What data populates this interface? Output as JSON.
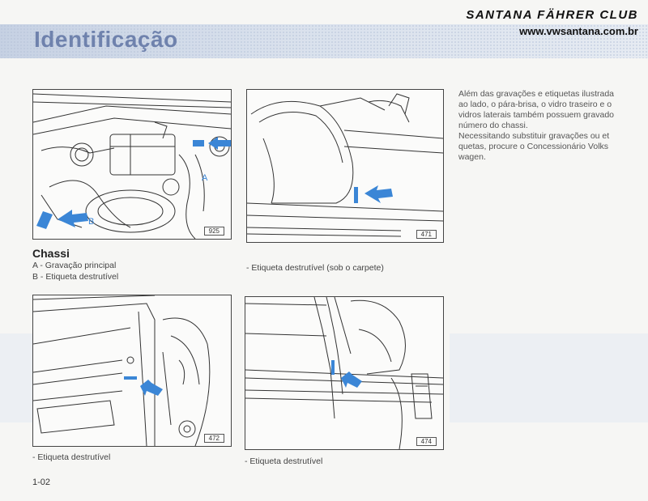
{
  "header": {
    "title": "Identificação",
    "club": "SANTANA FÄHRER CLUB",
    "url": "www.vwsantana.com.br"
  },
  "figures": [
    {
      "number": "925",
      "label_a": "A",
      "label_b": "B"
    },
    {
      "number": "471"
    },
    {
      "number": "472"
    },
    {
      "number": "474"
    }
  ],
  "chassi": {
    "heading": "Chassi",
    "item_a": "A - Gravação principal",
    "item_b": "B - Etiqueta destrutível"
  },
  "captions": {
    "fig471": "- Etiqueta destrutível (sob o carpete)",
    "fig472": "- Etiqueta destrutível",
    "fig474": "- Etiqueta destrutível"
  },
  "paragraph": [
    "Além das gravações e etiquetas ilustrada",
    "ao lado, o pára-brisa, o vidro traseiro e o",
    "vidros laterais também possuem gravado",
    "número do chassi.",
    "Necessitando substituir gravações ou et",
    "quetas, procure o Concessionário Volks",
    "wagen."
  ],
  "page_number": "1-02",
  "colors": {
    "title": "#6f82ad",
    "arrow": "#3b86d6",
    "band": "#c6d1e3"
  }
}
